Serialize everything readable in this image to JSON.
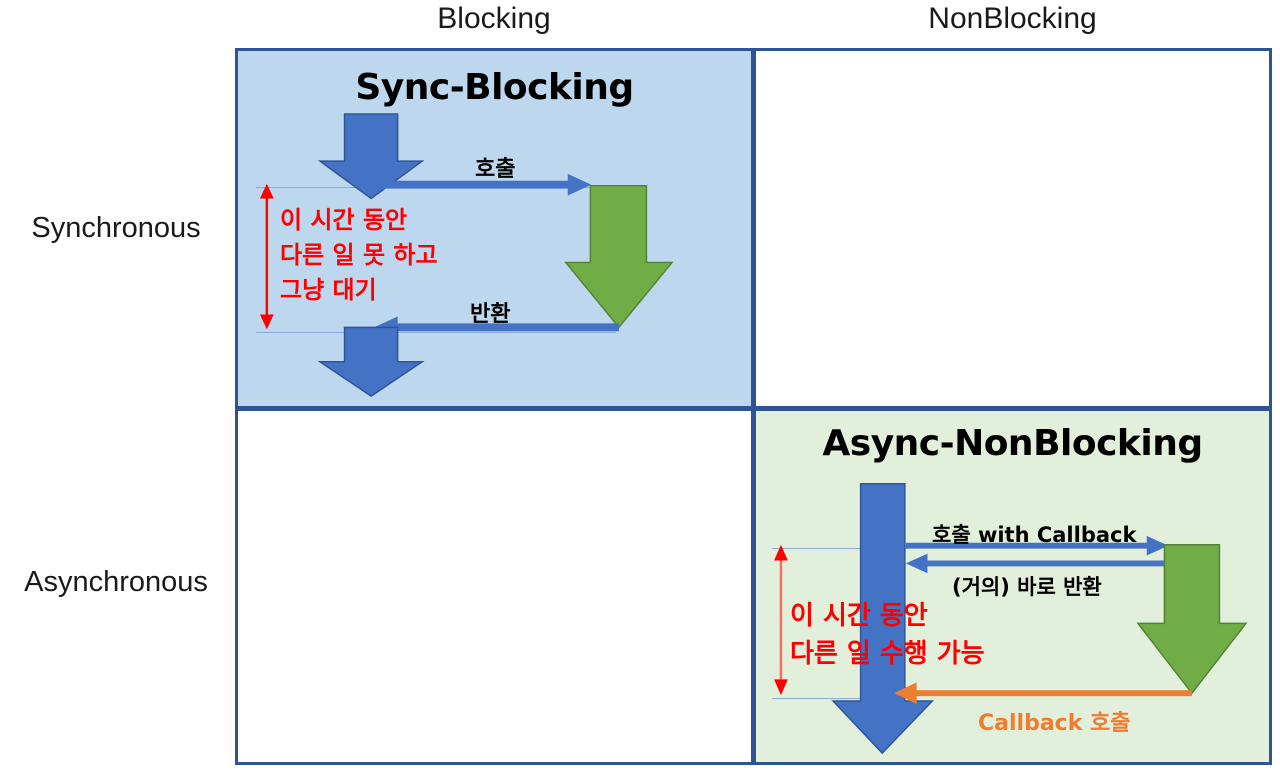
{
  "matrix": {
    "columns": [
      {
        "key": "blocking",
        "label": "Blocking"
      },
      {
        "key": "nonblocking",
        "label": "NonBlocking"
      }
    ],
    "rows": [
      {
        "key": "synchronous",
        "label": "Synchronous"
      },
      {
        "key": "asynchronous",
        "label": "Asynchronous"
      }
    ]
  },
  "colors": {
    "grid_border": "#2f5496",
    "sync_blocking_fill": "#bdd7ee",
    "async_nonblocking_fill": "#e2efda",
    "empty_fill": "#ffffff",
    "caller_arrow_blue": "#4472c4",
    "callee_arrow_green": "#70ad47",
    "callback_arrow_orange": "#ed7d31",
    "note_red": "#ff0000",
    "guide_line": "#8faadc"
  },
  "quadrants": {
    "sync_blocking": {
      "title": "Sync-Blocking",
      "call_label": "호출",
      "return_label": "반환",
      "note_line1": "이 시간 동안",
      "note_line2": "다른 일 못 하고",
      "note_line3": "그냥 대기",
      "caller_arrow": "blue-down-arrow",
      "callee_arrow": "green-down-arrow",
      "span_arrow": "red-double-headed-vertical-arrow"
    },
    "sync_nonblocking": {
      "title": "",
      "content": ""
    },
    "async_blocking": {
      "title": "",
      "content": ""
    },
    "async_nonblocking": {
      "title": "Async-NonBlocking",
      "call_label": "호출 with Callback",
      "return_label": "(거의) 바로 반환",
      "callback_label": "Callback 호출",
      "note_line1": "이 시간 동안",
      "note_line2": "다른 일 수행 가능",
      "caller_arrow": "blue-down-arrow",
      "callee_arrow": "green-down-arrow",
      "span_arrow": "red-double-headed-vertical-arrow"
    }
  }
}
